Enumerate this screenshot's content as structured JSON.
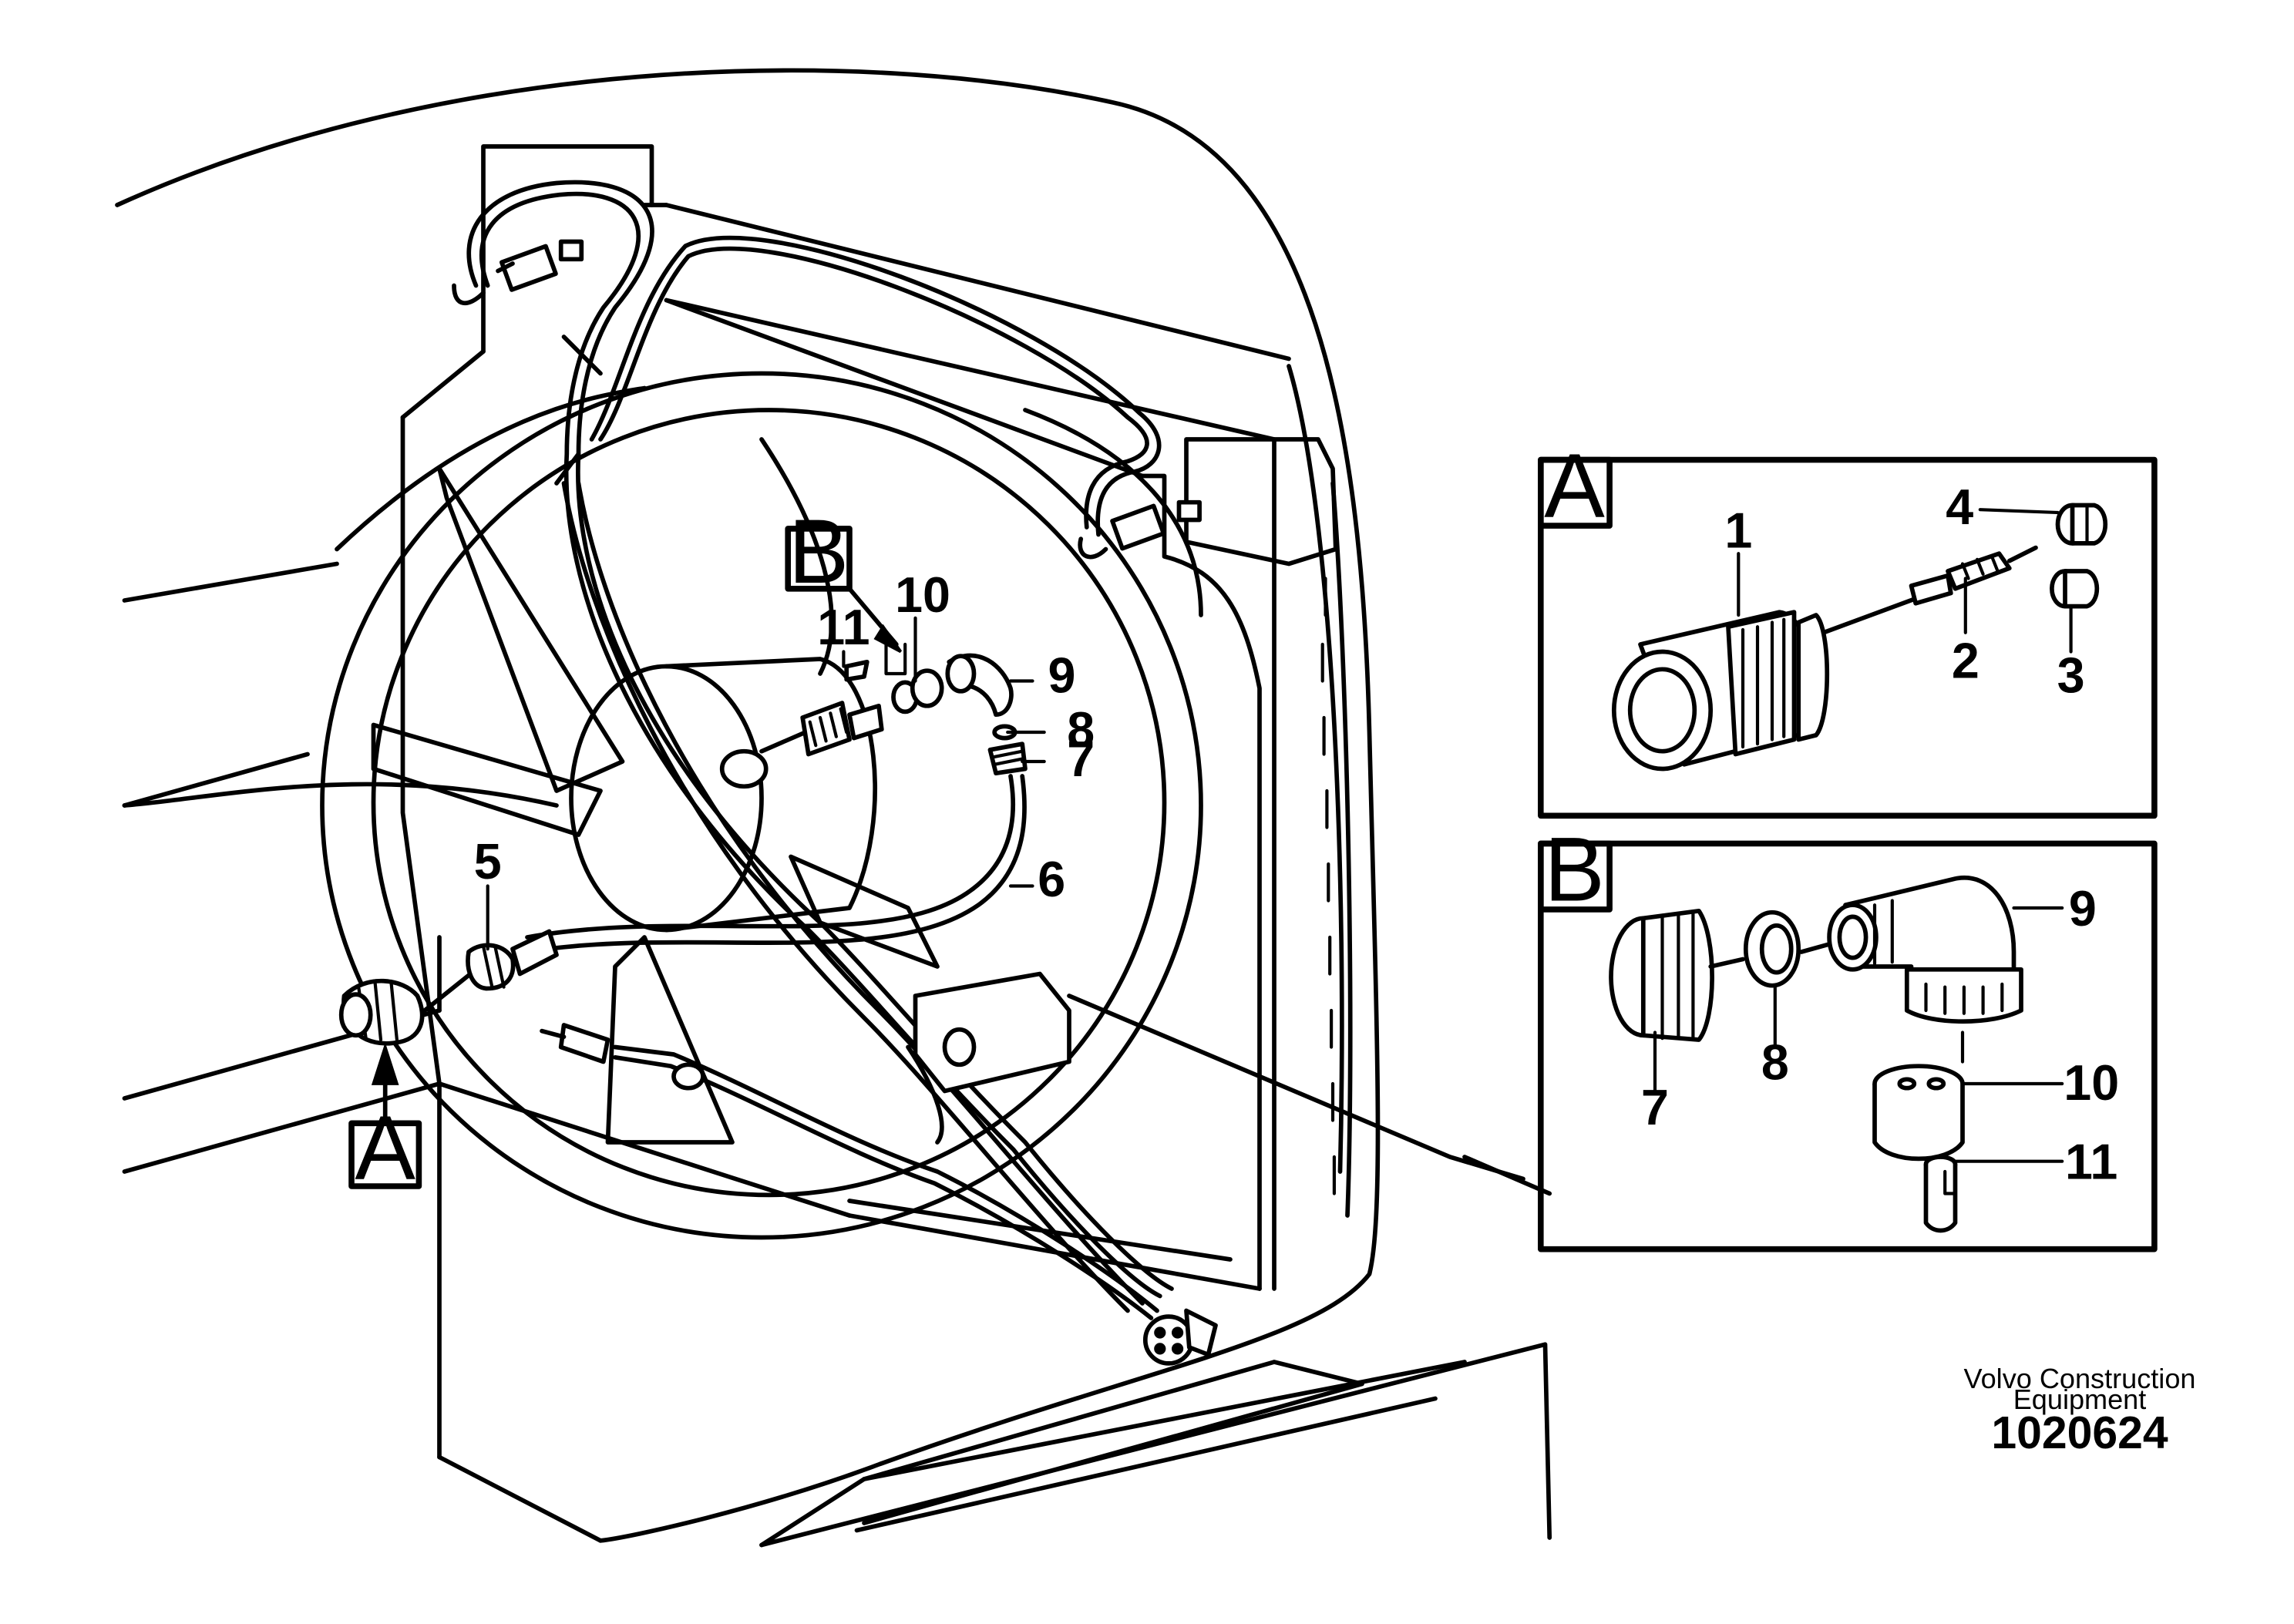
{
  "detail_views": {
    "a": {
      "label": "A",
      "parts": [
        "1",
        "2",
        "3",
        "4"
      ]
    },
    "b": {
      "label": "B",
      "parts": [
        "7",
        "8",
        "9",
        "10",
        "11"
      ]
    }
  },
  "main_view": {
    "callouts": [
      "A",
      "B"
    ],
    "parts": [
      "5",
      "6",
      "7",
      "8",
      "9",
      "10",
      "11"
    ]
  },
  "footer": {
    "company_line1": "Volvo Construction",
    "company_line2": "Equipment",
    "doc_number": "1020624"
  }
}
